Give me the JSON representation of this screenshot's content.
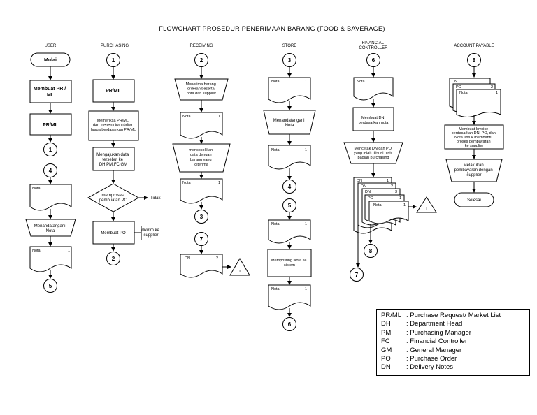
{
  "title": "FLOWCHART PROSEDUR PENERIMAAN BARANG (FOOD & BAVERAGE)",
  "lanes": {
    "user": "USER",
    "purchasing": "PURCHASING",
    "receiving": "RECEIVING",
    "store": "STORE",
    "financial_controller": [
      "FINANCIAL",
      "CONTROLLER"
    ],
    "account_payable": "ACCOUNT PAYABLE"
  },
  "user": {
    "start": "Mulai",
    "step_create": [
      "Membuat PR /",
      "ML"
    ],
    "doc_prml": "PR/ML",
    "connector_1": "1",
    "connector_4": "4",
    "doc_nota": "Nota",
    "doc_nota_copy": "1",
    "sign": [
      "Menandatangani",
      "Nota"
    ],
    "doc_nota_2": "Nota",
    "doc_nota_2_copy": "1",
    "connector_5": "5"
  },
  "purchasing": {
    "connector_1": "1",
    "doc_prml": "PR/ML",
    "check": [
      "Memeriksa PR/ML",
      "dan menentukan daftar",
      "harga berdasarkan PR/ML"
    ],
    "submit": [
      "Mengajukan data",
      "tersebut ke",
      "DH,PM,FC,GM"
    ],
    "decision": [
      "memproses",
      "pembuatan PO"
    ],
    "decision_no": "Tidak",
    "make_po": "Membuat PO",
    "sent_note": [
      "dikirim ke",
      "supplier"
    ],
    "connector_2": "2"
  },
  "receiving": {
    "connector_2": "2",
    "receive": [
      "Menerima barang",
      "orderan beserta",
      "nota dari supplier"
    ],
    "doc_nota": "Nota",
    "doc_nota_copy": "1",
    "match": [
      "mencocokkan",
      "data dengan",
      "barang yang",
      "diterima"
    ],
    "doc_nota_2": "Nota",
    "doc_nota_2_copy": "1",
    "connector_3": "3",
    "connector_7": "7",
    "doc_dn": "DN",
    "doc_dn_copy": "2",
    "file_t": "T"
  },
  "store": {
    "connector_3": "3",
    "doc_nota": "Nota",
    "doc_nota_copy": "1",
    "sign": [
      "Menandatangani",
      "Nota"
    ],
    "doc_nota_2": "Nota",
    "doc_nota_2_copy": "1",
    "connector_4": "4",
    "connector_5": "5",
    "doc_nota_3": "Nota",
    "doc_nota_3_copy": "1",
    "post": [
      "Memposting Nota ke",
      "sistem"
    ],
    "doc_nota_4": "Nota",
    "doc_nota_4_copy": "1",
    "connector_6": "6"
  },
  "financial_controller": {
    "connector_6": "6",
    "doc_nota": "Nota",
    "doc_nota_copy": "1",
    "make_dn": [
      "Membuat DN",
      "berdasarkan nota"
    ],
    "print": [
      "Mencetak DN dan PO",
      "yang telah diisuel oleh",
      "bagian purchasing"
    ],
    "stack": [
      {
        "label": "DN",
        "copy": "1"
      },
      {
        "label": "DN",
        "copy": "2"
      },
      {
        "label": "DN",
        "copy": "3"
      },
      {
        "label": "PO",
        "copy": "1"
      },
      {
        "label": "Nota",
        "copy": "1"
      }
    ],
    "file_t": "T",
    "connector_8": "8",
    "connector_7": "7"
  },
  "account_payable": {
    "connector_8": "8",
    "stack": [
      {
        "label": "DN",
        "copy": "1"
      },
      {
        "label": "PO",
        "copy": "2"
      },
      {
        "label": "Nota",
        "copy": "1"
      }
    ],
    "invoice": [
      "Membuat Invoice",
      "berdasarkan DN, PO, dan",
      "Nota untuk membantu",
      "proses pembayaran",
      "ke supplier"
    ],
    "pay": [
      "Melakukan",
      "pembayaran dengan",
      "supplier"
    ],
    "end": "Selesai"
  },
  "legend": [
    {
      "abbr": "PR/ML",
      "def": ": Purchase Request/ Market List"
    },
    {
      "abbr": "DH",
      "def": ": Department Head"
    },
    {
      "abbr": "PM",
      "def": ": Purchasing Manager"
    },
    {
      "abbr": "FC",
      "def": ": Financial Controller"
    },
    {
      "abbr": "GM",
      "def": ": General Manager"
    },
    {
      "abbr": "PO",
      "def": ": Purchase Order"
    },
    {
      "abbr": "DN",
      "def": ": Delivery Notes"
    }
  ]
}
